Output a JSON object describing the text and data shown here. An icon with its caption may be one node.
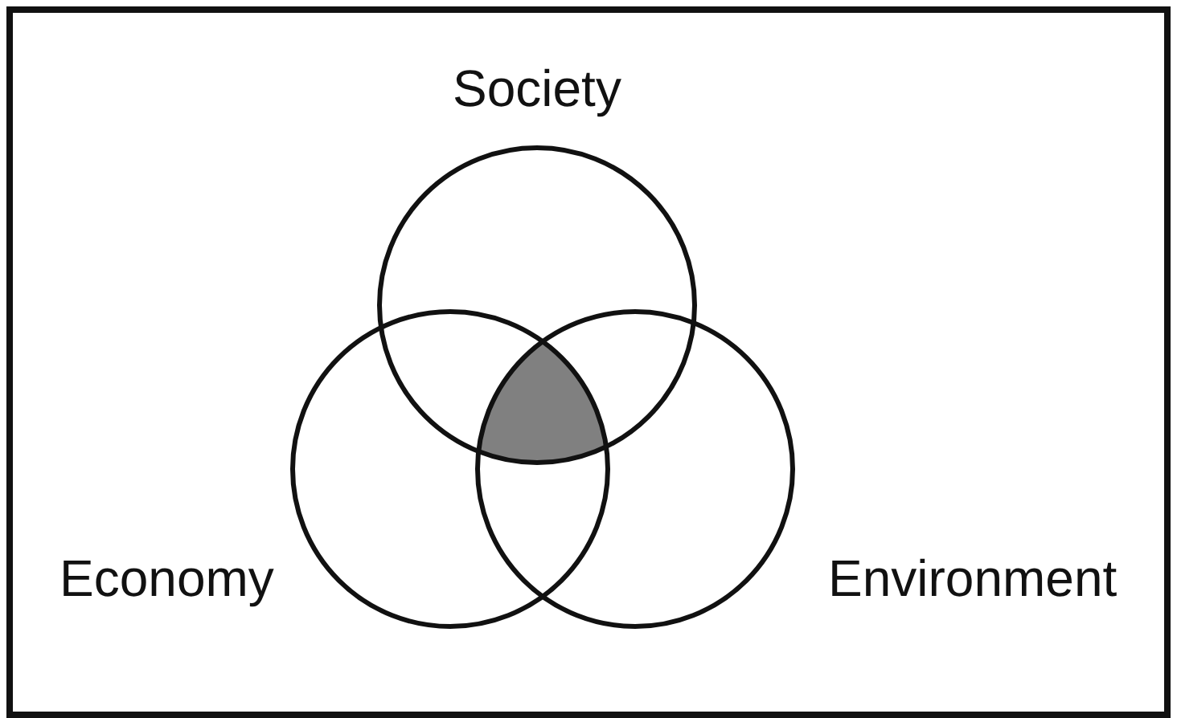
{
  "diagram": {
    "nodes": [
      {
        "text": [
          "Society"
        ]
      },
      {
        "text": [
          "Economy"
        ]
      },
      {
        "text": [
          "Environment"
        ]
      },
      {
        "text": [],
        "shape": "triangle"
      }
    ],
    "edges": []
  }
}
